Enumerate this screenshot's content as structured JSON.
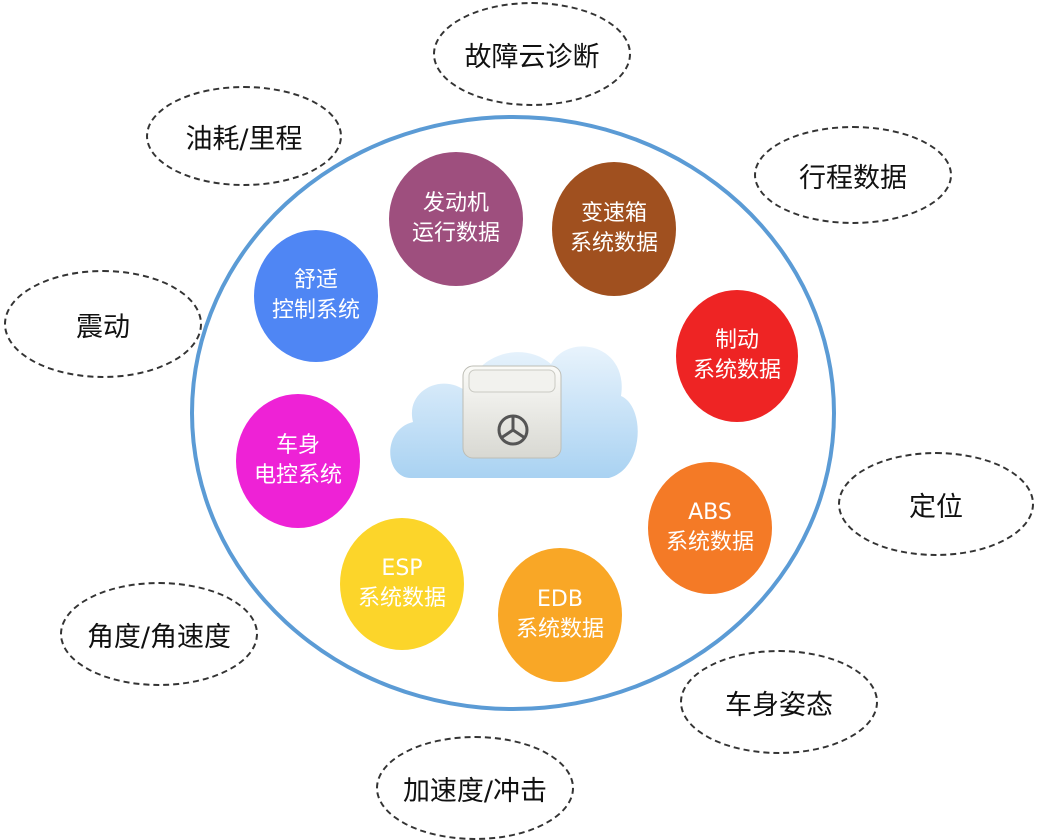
{
  "outer_labels": {
    "fault": "故障云诊断",
    "fuel": "油耗/里程",
    "trip": "行程数据",
    "vibration": "震动",
    "location": "定位",
    "angle": "角度/角速度",
    "posture": "车身姿态",
    "accel": "加速度/冲击"
  },
  "inner_nodes": {
    "engine": {
      "line1": "发动机",
      "line2": "运行数据",
      "color": "#9e4f7e"
    },
    "gearbox": {
      "line1": "变速箱",
      "line2": "系统数据",
      "color": "#a0501f"
    },
    "comfort": {
      "line1": "舒适",
      "line2": "控制系统",
      "color": "#4f86f4"
    },
    "brake": {
      "line1": "制动",
      "line2": "系统数据",
      "color": "#ee2424"
    },
    "body": {
      "line1": "车身",
      "line2": "电控系统",
      "color": "#ee22d6"
    },
    "abs": {
      "line1": "ABS",
      "line2": "系统数据",
      "color": "#f47a26"
    },
    "esp": {
      "line1": "ESP",
      "line2": "系统数据",
      "color": "#fcd52a"
    },
    "edb": {
      "line1": "EDB",
      "line2": "系统数据",
      "color": "#f9a726"
    }
  },
  "colors": {
    "ring": "#5b9bd5",
    "cloud": "#bcdcf4"
  },
  "icons": {
    "center": "obd-device-cloud-icon"
  }
}
